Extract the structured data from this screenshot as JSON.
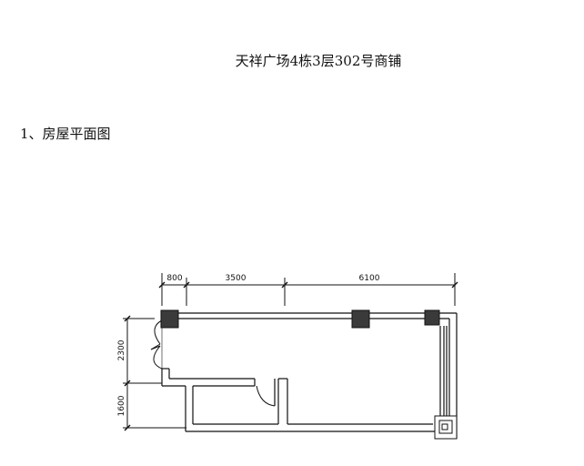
{
  "title": "天祥广场4栋3层302号商铺",
  "section_heading": "1、房屋平面图",
  "plan": {
    "top_dimensions": [
      "800",
      "3500",
      "6100"
    ],
    "left_dimensions": [
      "2300",
      "1600"
    ]
  }
}
